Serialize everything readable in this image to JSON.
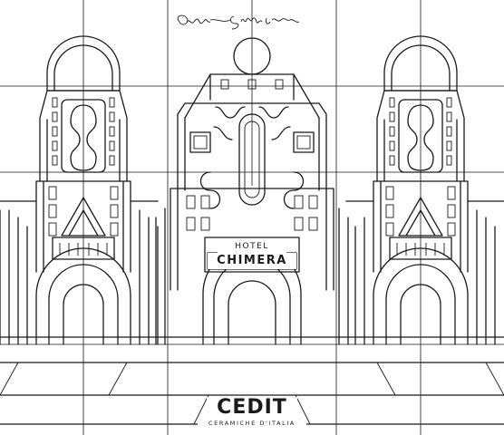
{
  "artwork": {
    "signature": "Elena Salmistraro",
    "hotel_sign": {
      "small_text": "HOTEL",
      "main_text": "CHIMERA"
    },
    "brand": {
      "logo": "CEDIT",
      "tagline": "CERAMICHE D'ITALIA"
    },
    "colors": {
      "line": "#1a1a1a",
      "background": "#ffffff"
    }
  }
}
